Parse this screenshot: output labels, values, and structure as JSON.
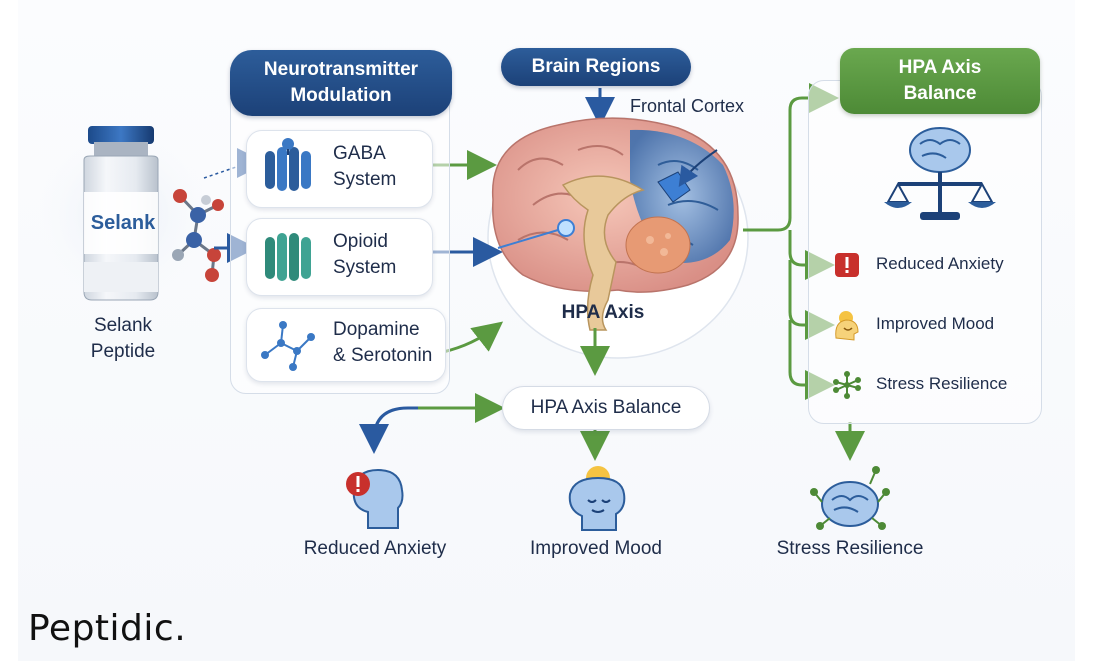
{
  "vial": {
    "label": "Selank",
    "caption_line1": "Selank",
    "caption_line2": "Peptide"
  },
  "neurotransmitter": {
    "title_line1": "Neurotransmitter",
    "title_line2": "Modulation",
    "items": [
      {
        "line1": "GABA",
        "line2": "System",
        "icon": "gaba-receptor-icon"
      },
      {
        "line1": "Opioid",
        "line2": "System",
        "icon": "opioid-receptor-icon"
      },
      {
        "line1": "Dopamine",
        "line2": "& Serotonin",
        "icon": "molecule-network-icon"
      }
    ]
  },
  "brain": {
    "title": "Brain Regions",
    "frontal_cortex_label": "Frontal Cortex",
    "hpa_axis_label": "HPA Axis"
  },
  "hpa_panel": {
    "title_line1": "HPA Axis",
    "title_line2": "Balance",
    "items": [
      {
        "label": "Reduced Anxiety",
        "icon": "alert-icon"
      },
      {
        "label": "Improved Mood",
        "icon": "smiling-head-icon"
      },
      {
        "label": "Stress Resilience",
        "icon": "network-icon"
      }
    ]
  },
  "hpa_balance_pill": "HPA Axis Balance",
  "outcomes": [
    {
      "label": "Reduced Anxiety",
      "icon": "anxious-head-icon"
    },
    {
      "label": "Improved Mood",
      "icon": "calm-head-icon"
    },
    {
      "label": "Stress Resilience",
      "icon": "resilient-brain-icon"
    }
  ],
  "brand": "Peptidic.",
  "colors": {
    "navy": "#1c4178",
    "green": "#5b9a41",
    "blue_arrow": "#2a5aa0",
    "alert_red": "#c8302c"
  }
}
